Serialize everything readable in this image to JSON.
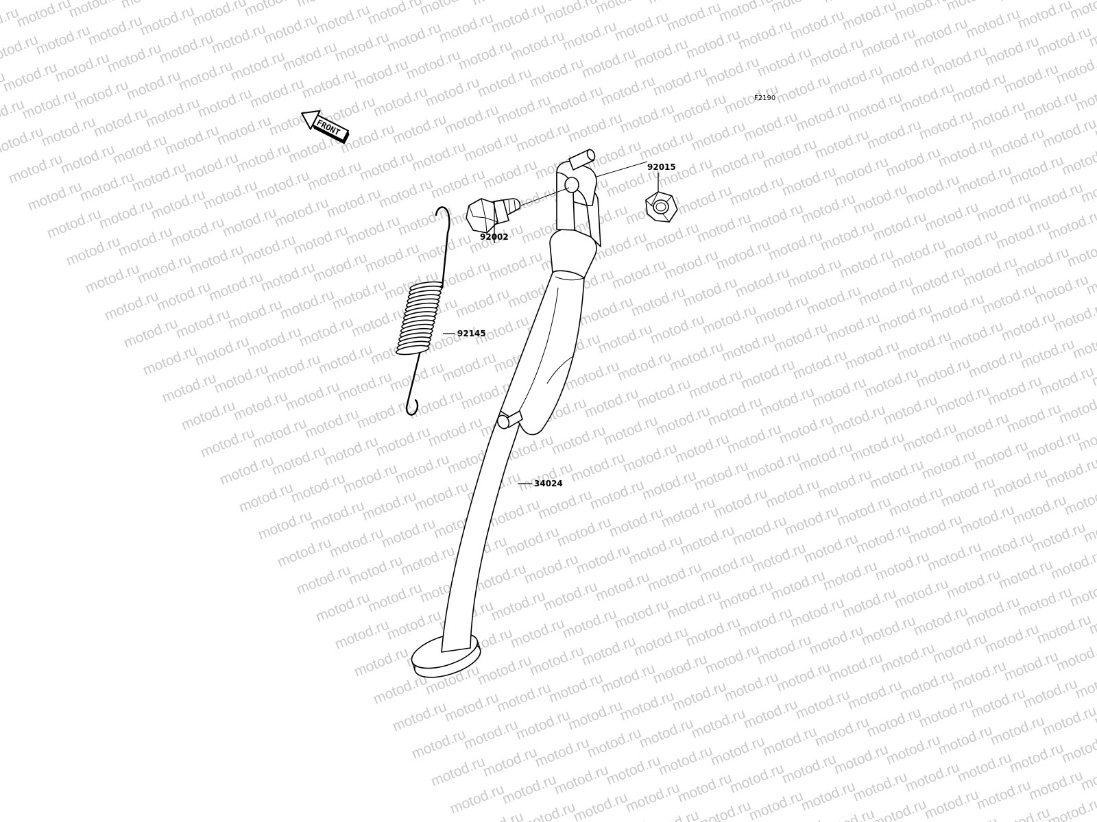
{
  "watermark": {
    "text": "motod.ru",
    "color": "#c9c9c9"
  },
  "figure_code": "F2190",
  "front_arrow": {
    "text": "FRONT",
    "icon": "front-direction-arrow-icon"
  },
  "parts": [
    {
      "id": "spring",
      "number": "92145"
    },
    {
      "id": "bolt",
      "number": "92002"
    },
    {
      "id": "nut",
      "number": "92015"
    },
    {
      "id": "side-stand",
      "number": "34024"
    }
  ]
}
